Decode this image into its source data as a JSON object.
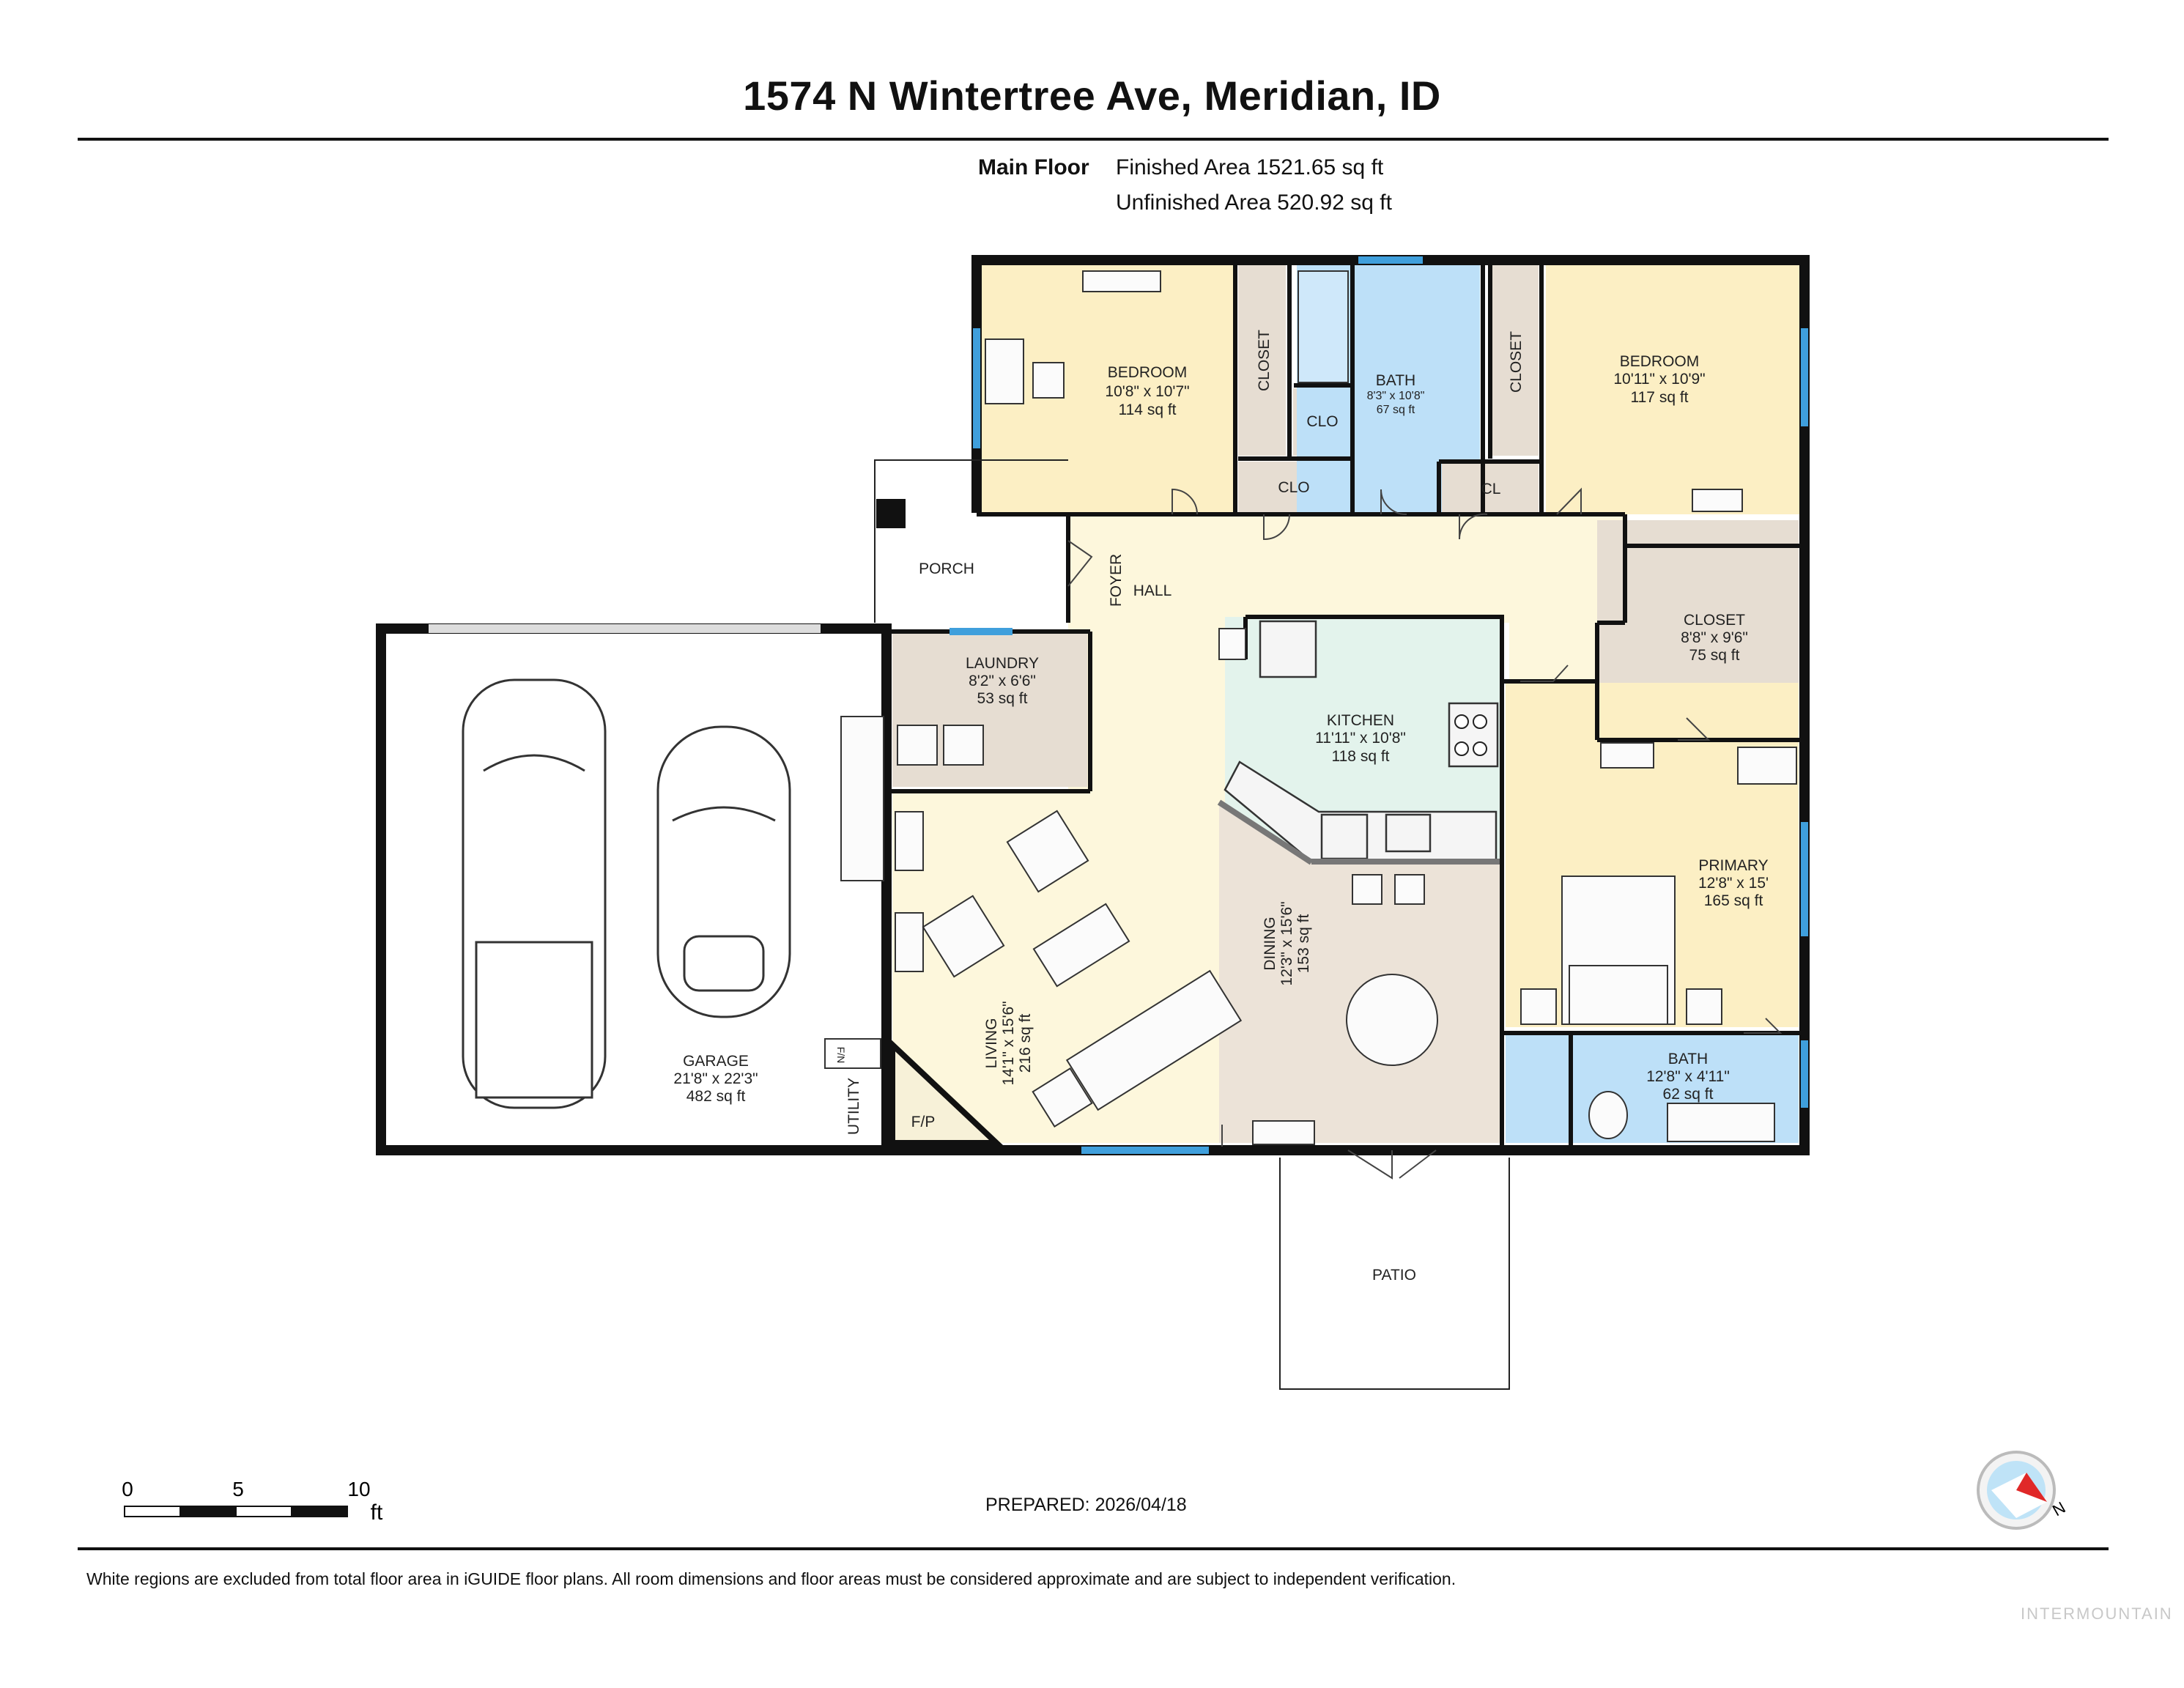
{
  "title": "1574 N Wintertree Ave, Meridian, ID",
  "summary": {
    "floor": "Main Floor",
    "finished": "Finished Area 1521.65 sq ft",
    "unfinished": "Unfinished Area 520.92 sq ft"
  },
  "rooms": {
    "bedroom1": {
      "name": "BEDROOM",
      "dims": "10'8\" x 10'7\"",
      "area": "114 sq ft"
    },
    "closet1": {
      "name": "CLOSET"
    },
    "clo1": {
      "name": "CLO"
    },
    "clo2": {
      "name": "CLO"
    },
    "bath1": {
      "name": "BATH",
      "dims": "8'3\" x 10'8\"",
      "area": "67 sq ft"
    },
    "closet2": {
      "name": "CLOSET"
    },
    "cl": {
      "name": "CL"
    },
    "bedroom2": {
      "name": "BEDROOM",
      "dims": "10'11\" x 10'9\"",
      "area": "117 sq ft"
    },
    "porch": {
      "name": "PORCH"
    },
    "foyer": {
      "name": "FOYER"
    },
    "hall": {
      "name": "HALL"
    },
    "closet3": {
      "name": "CLOSET",
      "dims": "8'8\" x 9'6\"",
      "area": "75 sq ft"
    },
    "laundry": {
      "name": "LAUNDRY",
      "dims": "8'2\" x 6'6\"",
      "area": "53 sq ft"
    },
    "kitchen": {
      "name": "KITCHEN",
      "dims": "11'11\" x 10'8\"",
      "area": "118 sq ft"
    },
    "garage": {
      "name": "GARAGE",
      "dims": "21'8\" x 22'3\"",
      "area": "482 sq ft"
    },
    "primary": {
      "name": "PRIMARY",
      "dims": "12'8\" x 15'",
      "area": "165 sq ft"
    },
    "dining": {
      "name": "DINING",
      "dims": "12'3\" x 15'6\"",
      "area": "153 sq ft"
    },
    "living": {
      "name": "LIVING",
      "dims": "14'1\" x 15'6\"",
      "area": "216 sq ft"
    },
    "utility": {
      "name": "UTILITY"
    },
    "fp": {
      "name": "F/P"
    },
    "fn": {
      "name": "F/N"
    },
    "bath2": {
      "name": "BATH",
      "dims": "12'8\" x 4'11\"",
      "area": "62 sq ft"
    },
    "patio": {
      "name": "PATIO"
    }
  },
  "scale": {
    "ticks": [
      "0",
      "5",
      "10"
    ],
    "unit": "ft"
  },
  "compass": {
    "label": "N"
  },
  "prepared": "PREPARED: 2026/04/18",
  "disclaimer": "White regions are excluded from total floor area in iGUIDE floor plans. All room dimensions and floor areas must be considered approximate and are subject to independent verification.",
  "watermark": "INTERMOUNTAIN",
  "colors": {
    "bedroom": "#fcefc4",
    "living": "#fdf7dc",
    "bath": "#bde0f8",
    "kitchen": "#e3f3ec",
    "closet": "#e6ddd2",
    "dining": "#ece3d8",
    "wall": "#111111",
    "window": "#3f9fdc"
  }
}
